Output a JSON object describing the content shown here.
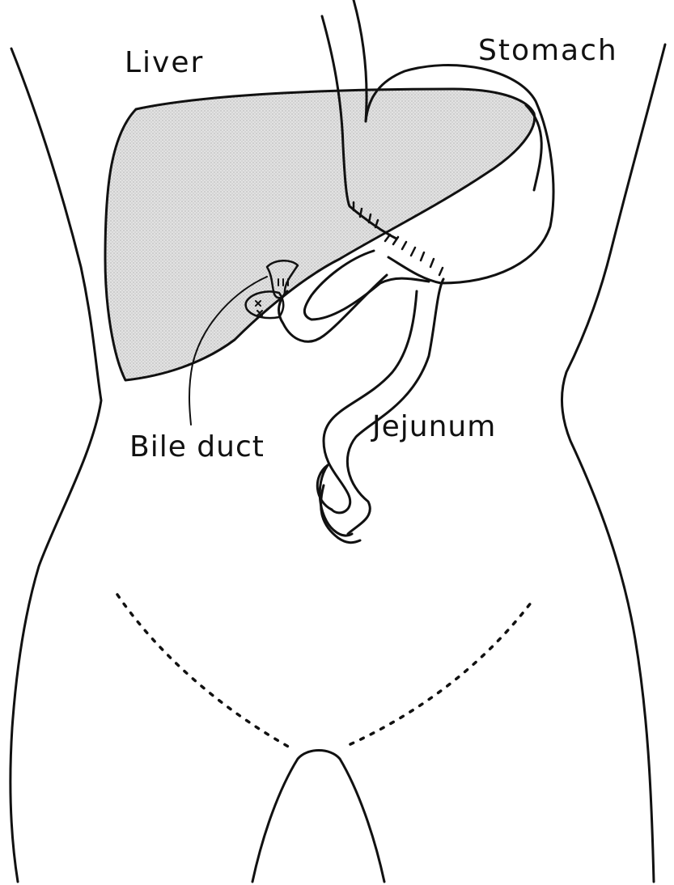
{
  "diagram": {
    "labels": {
      "liver": "Liver",
      "stomach": "Stomach",
      "bile_duct": "Bile duct",
      "jejunum": "Jejunum"
    },
    "colors": {
      "ink": "#111111",
      "liver_fill": "#d4d4d4",
      "background": "#ffffff"
    }
  }
}
